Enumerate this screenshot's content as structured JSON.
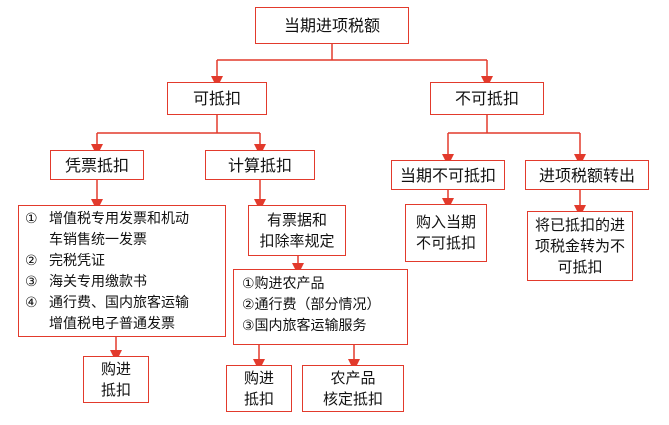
{
  "nodes": {
    "root": "当期进项税额",
    "deductible": "可抵扣",
    "non_deductible": "不可抵扣",
    "voucher": "凭票抵扣",
    "calc": "计算抵扣",
    "current_non": "当期不可抵扣",
    "transfer_out": "进项税额转出",
    "invoice_rate": [
      "有票据和",
      "扣除率规定"
    ],
    "purchase_current": [
      "购入当期",
      "不可抵扣"
    ],
    "transfer_desc": [
      "将已抵扣的进",
      "项税金转为不",
      "可抵扣"
    ],
    "buy1": [
      "购进",
      "抵扣"
    ],
    "buy2": [
      "购进",
      "抵扣"
    ],
    "agri": [
      "农产品",
      "核定抵扣"
    ]
  },
  "voucher_list": [
    {
      "num": "①",
      "lines": [
        "增值税专用发票和机动",
        "车销售统一发票"
      ]
    },
    {
      "num": "②",
      "lines": [
        "完税凭证"
      ]
    },
    {
      "num": "③",
      "lines": [
        "海关专用缴款书"
      ]
    },
    {
      "num": "④",
      "lines": [
        "通行费、国内旅客运输",
        "增值税电子普通发票"
      ]
    }
  ],
  "calc_list": [
    "①购进农产品",
    "②通行费（部分情况）",
    "③国内旅客运输服务"
  ],
  "colors": {
    "border": "#e23a2c",
    "connector": "#e23a2c"
  }
}
